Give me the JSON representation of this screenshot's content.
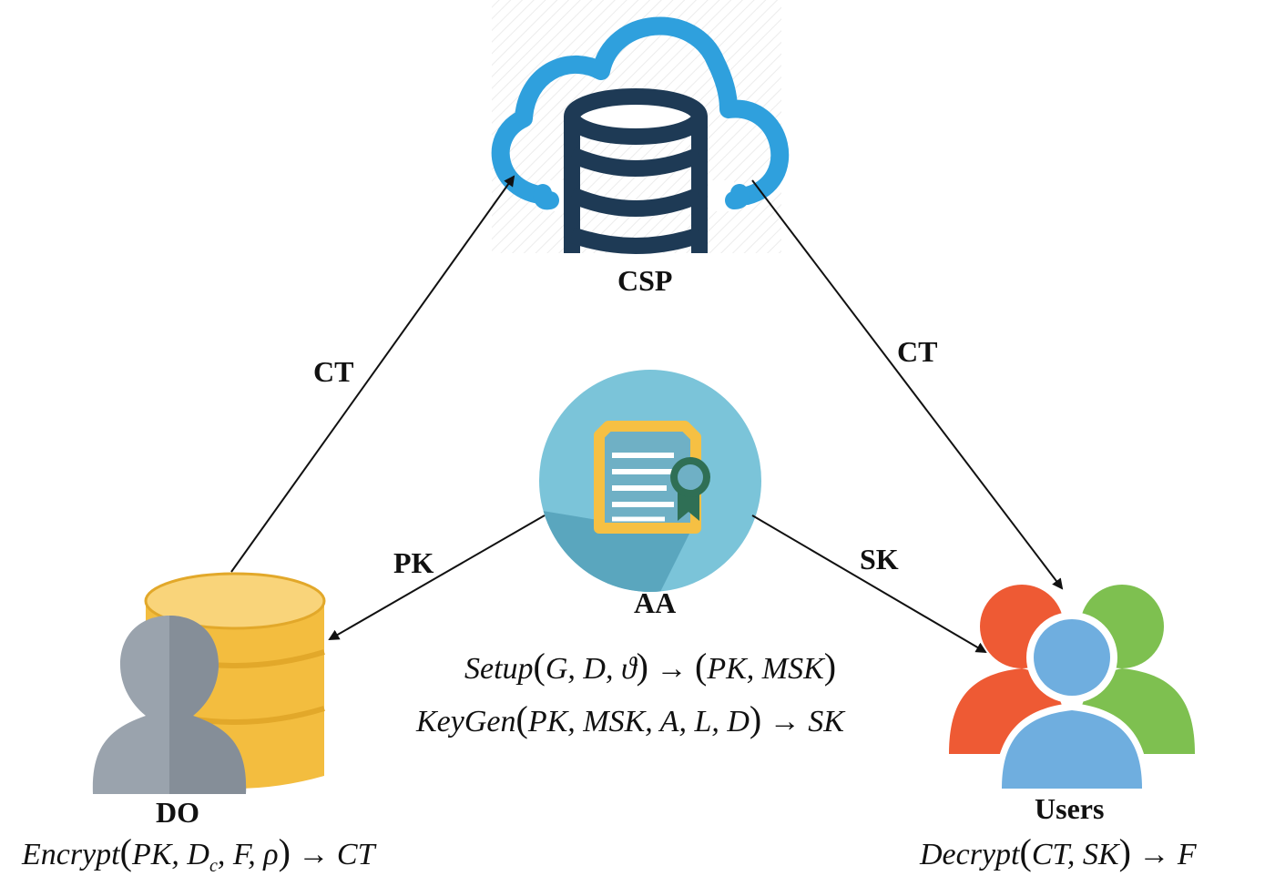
{
  "nodes": {
    "csp": {
      "label": "CSP"
    },
    "aa": {
      "label": "AA"
    },
    "do": {
      "label": "DO"
    },
    "users": {
      "label": "Users"
    }
  },
  "edges": {
    "do_to_csp": {
      "label": "CT"
    },
    "csp_to_users": {
      "label": "CT"
    },
    "aa_to_do": {
      "label": "PK"
    },
    "aa_to_users": {
      "label": "SK"
    }
  },
  "equations": {
    "setup": {
      "fn": "Setup",
      "args": "G, D, ϑ",
      "result": "PK, MSK"
    },
    "keygen": {
      "fn": "KeyGen",
      "args": "PK, MSK, A, L, D",
      "result": "SK"
    },
    "encrypt": {
      "fn": "Encrypt",
      "args_a": "PK, D",
      "args_sub": "c",
      "args_b": ", F, ρ",
      "result": "CT"
    },
    "decrypt": {
      "fn": "Decrypt",
      "args": "CT, SK",
      "result": "F"
    }
  },
  "colors": {
    "cloud": "#2fa0dd",
    "db_dark": "#1e3a55",
    "aa_circle": "#7bc4d9",
    "aa_shadow": "#5aa6be",
    "certificate_border": "#f6c043",
    "certificate_paper": "#6fb0c5",
    "seal": "#2f6f55",
    "do_db": "#f3bd3f",
    "do_user": "#9aa3ad",
    "user_red": "#ee5a34",
    "user_green": "#7ec050",
    "user_blue": "#6faedf"
  }
}
